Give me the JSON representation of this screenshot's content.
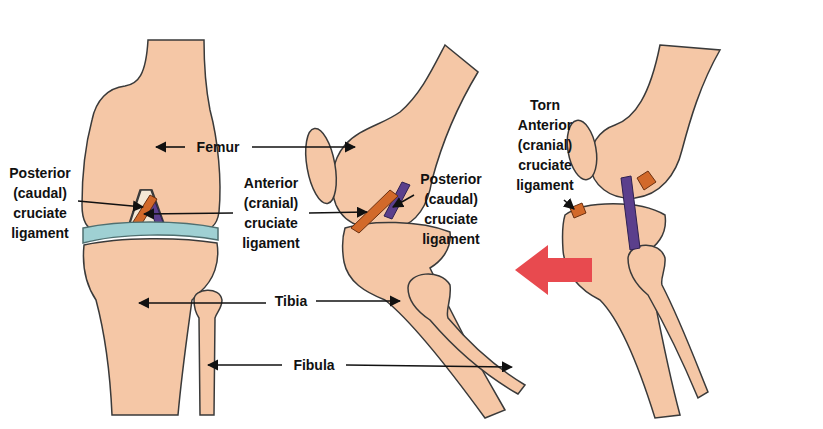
{
  "diagram": {
    "labels": [
      "Femur",
      "Posterior (caudal) cruciate ligament",
      "Anterior (cranial) cruciate ligament",
      "Posterior (caudal) cruciate ligament",
      "Torn Anterior (cranial) cruciate ligament",
      "Tibia",
      "Fibula"
    ]
  }
}
